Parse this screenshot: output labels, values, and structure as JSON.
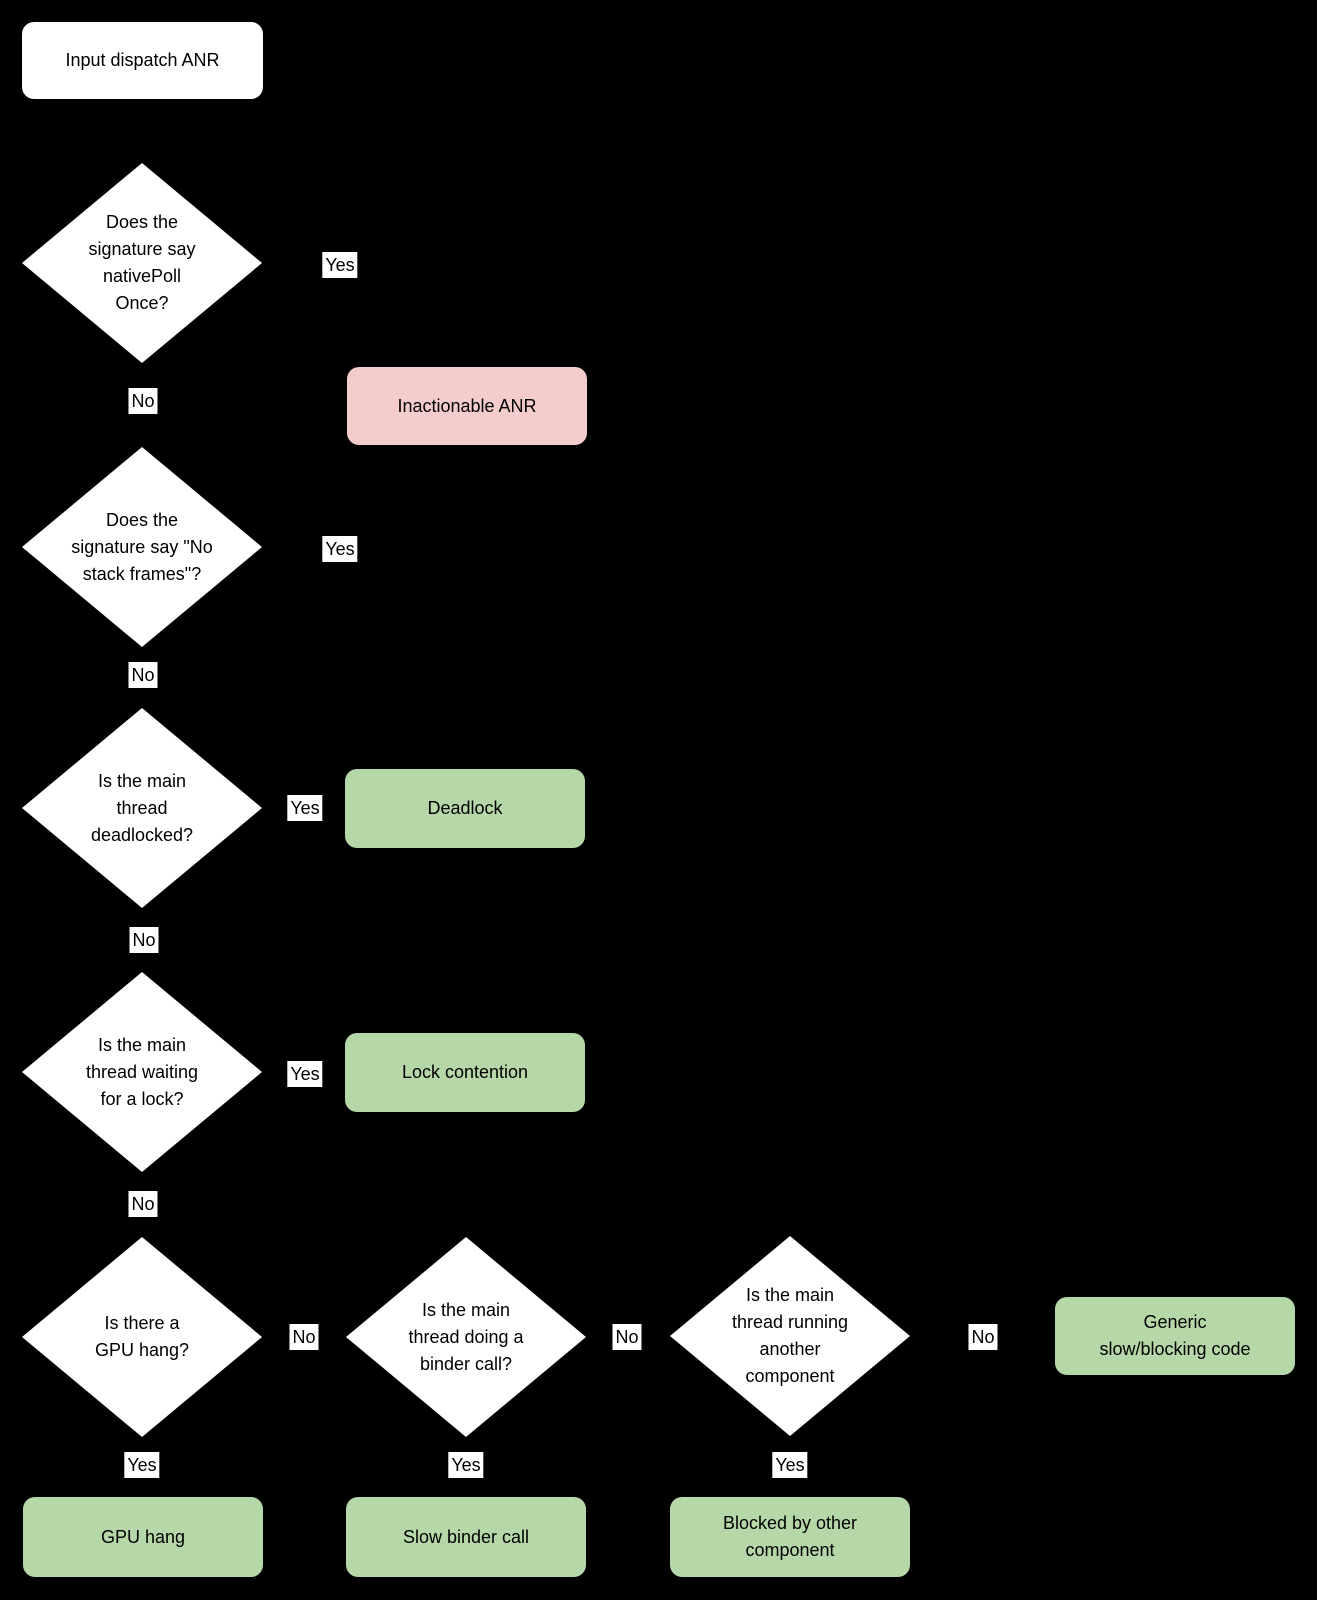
{
  "colors": {
    "bg": "#000000",
    "white": "#ffffff",
    "green": "#b6d7a8",
    "red": "#f4cccc",
    "text": "#000000"
  },
  "nodes": {
    "start": {
      "text": "Input dispatch ANR",
      "type": "start"
    },
    "d_native_poll": {
      "text": "Does the\nsignature say\nnativePoll\nOnce?",
      "type": "decision"
    },
    "inactionable": {
      "text": "Inactionable ANR",
      "type": "result",
      "status_color": "#f4cccc"
    },
    "d_no_stack": {
      "text": "Does the\nsignature say \"No\nstack frames\"?",
      "type": "decision"
    },
    "d_deadlocked": {
      "text": "Is the main\nthread\ndeadlocked?",
      "type": "decision"
    },
    "deadlock": {
      "text": "Deadlock",
      "type": "result",
      "status_color": "#b6d7a8"
    },
    "d_lock_wait": {
      "text": "Is the main\nthread waiting\nfor a lock?",
      "type": "decision"
    },
    "lock_contention": {
      "text": "Lock contention",
      "type": "result",
      "status_color": "#b6d7a8"
    },
    "d_gpu": {
      "text": "Is there a\nGPU hang?",
      "type": "decision"
    },
    "d_binder": {
      "text": "Is the main\nthread doing a\nbinder call?",
      "type": "decision"
    },
    "d_component": {
      "text": "Is the main\nthread running\nanother\ncomponent",
      "type": "decision"
    },
    "generic": {
      "text": "Generic\nslow/blocking code",
      "type": "result",
      "status_color": "#b6d7a8"
    },
    "gpu_hang": {
      "text": "GPU hang",
      "type": "result",
      "status_color": "#b6d7a8"
    },
    "slow_binder": {
      "text": "Slow binder call",
      "type": "result",
      "status_color": "#b6d7a8"
    },
    "blocked_other": {
      "text": "Blocked by other\ncomponent",
      "type": "result",
      "status_color": "#b6d7a8"
    }
  },
  "labels": {
    "yes_native": "Yes",
    "no_native": "No",
    "yes_nostack": "Yes",
    "no_nostack": "No",
    "yes_deadlock": "Yes",
    "no_deadlock": "No",
    "yes_lock": "Yes",
    "no_lock": "No",
    "no_gpu": "No",
    "yes_gpu": "Yes",
    "no_binder": "No",
    "yes_binder": "Yes",
    "no_component": "No",
    "yes_component": "Yes"
  }
}
